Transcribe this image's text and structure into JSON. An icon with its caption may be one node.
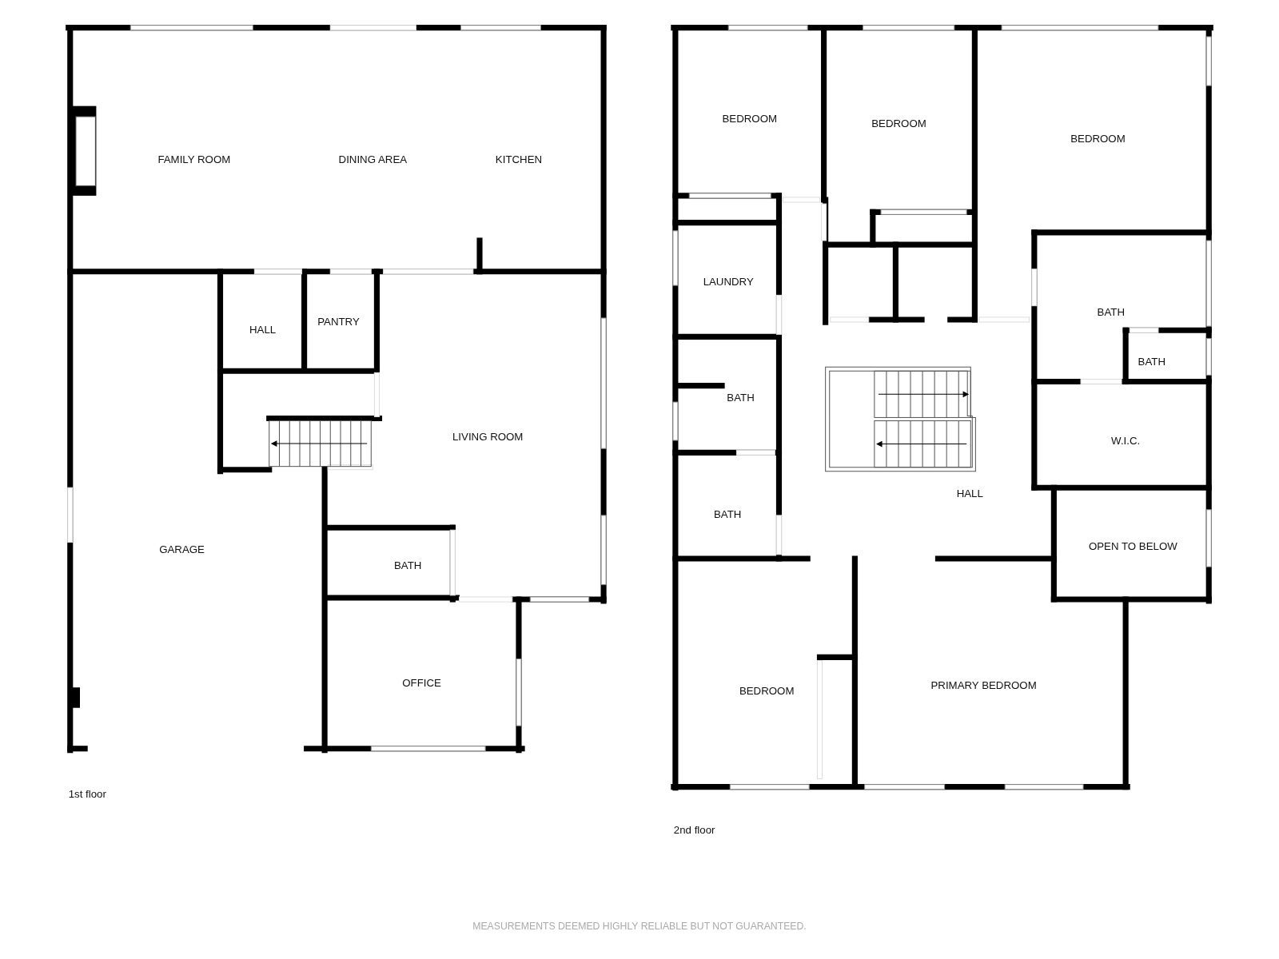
{
  "diagram": {
    "labels": [
      "FAMILY ROOM",
      "DINING AREA",
      "KITCHEN",
      "HALL",
      "PANTRY",
      "LIVING ROOM",
      "GARAGE",
      "BATH",
      "OFFICE",
      "1st floor",
      "BEDROOM",
      "BEDROOM",
      "BEDROOM",
      "LAUNDRY",
      "BATH",
      "BATH",
      "BATH",
      "W.I.C.",
      "HALL",
      "BATH",
      "OPEN TO BELOW",
      "BEDROOM",
      "PRIMARY BEDROOM",
      "2nd floor",
      "MEASUREMENTS DEEMED HIGHLY RELIABLE BUT NOT GUARANTEED."
    ]
  }
}
